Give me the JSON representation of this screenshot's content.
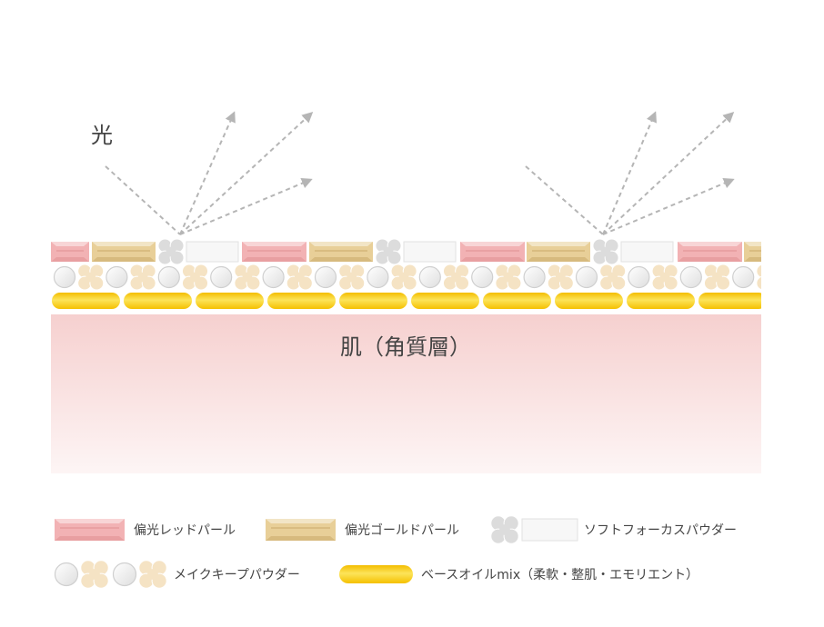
{
  "light_label": "光",
  "skin_label": "肌（角質層）",
  "legend": {
    "red_pearl": "偏光レッドパール",
    "gold_pearl": "偏光ゴールドパール",
    "soft_focus": "ソフトフォーカスパウダー",
    "make_keep": "メイクキープパウダー",
    "base_oil": "ベースオイルmix（柔軟・整肌・エモリエント）"
  },
  "colors": {
    "red_pearl": "#f2b2b4",
    "gold_pearl": "#e8cf98",
    "soft_focus_clover": "#dcdcdc",
    "soft_focus_bar": "#f7f7f7",
    "make_keep_white": "#f2f2f2",
    "make_keep_beige": "#f5e3c4",
    "base_oil": "#f7c815",
    "skin_top": "#f7d3d2",
    "skin_bottom": "#fdf3f3",
    "arrow": "#b5b5b5"
  }
}
